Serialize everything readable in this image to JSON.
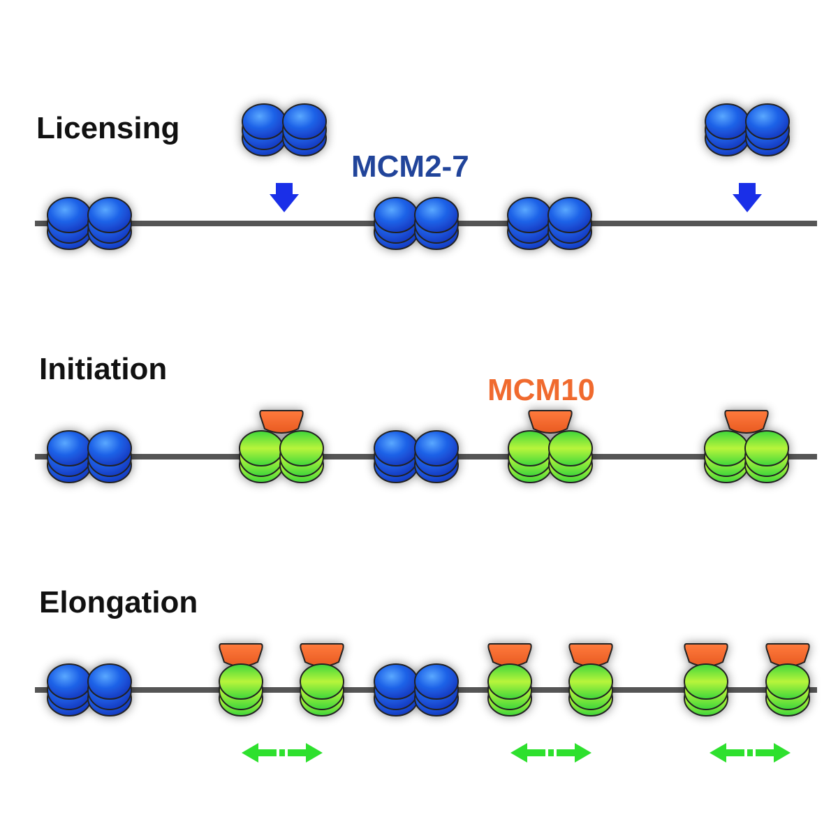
{
  "stages": [
    {
      "id": "licensing",
      "label": "Licensing"
    },
    {
      "id": "initiation",
      "label": "Initiation"
    },
    {
      "id": "elongation",
      "label": "Elongation"
    }
  ],
  "labels": {
    "mcm27": "MCM2-7",
    "mcm10": "MCM10"
  },
  "colors": {
    "mcm27": "#1f4bd8",
    "mcm27_label": "#21449a",
    "active_helicase": "#4be03a",
    "mcm10": "#f06a2e",
    "mcm10_label": "#f06a2e",
    "loading_arrow": "#1a2fe8",
    "fork_arrow": "#2ee02e",
    "dna": "#555555"
  }
}
